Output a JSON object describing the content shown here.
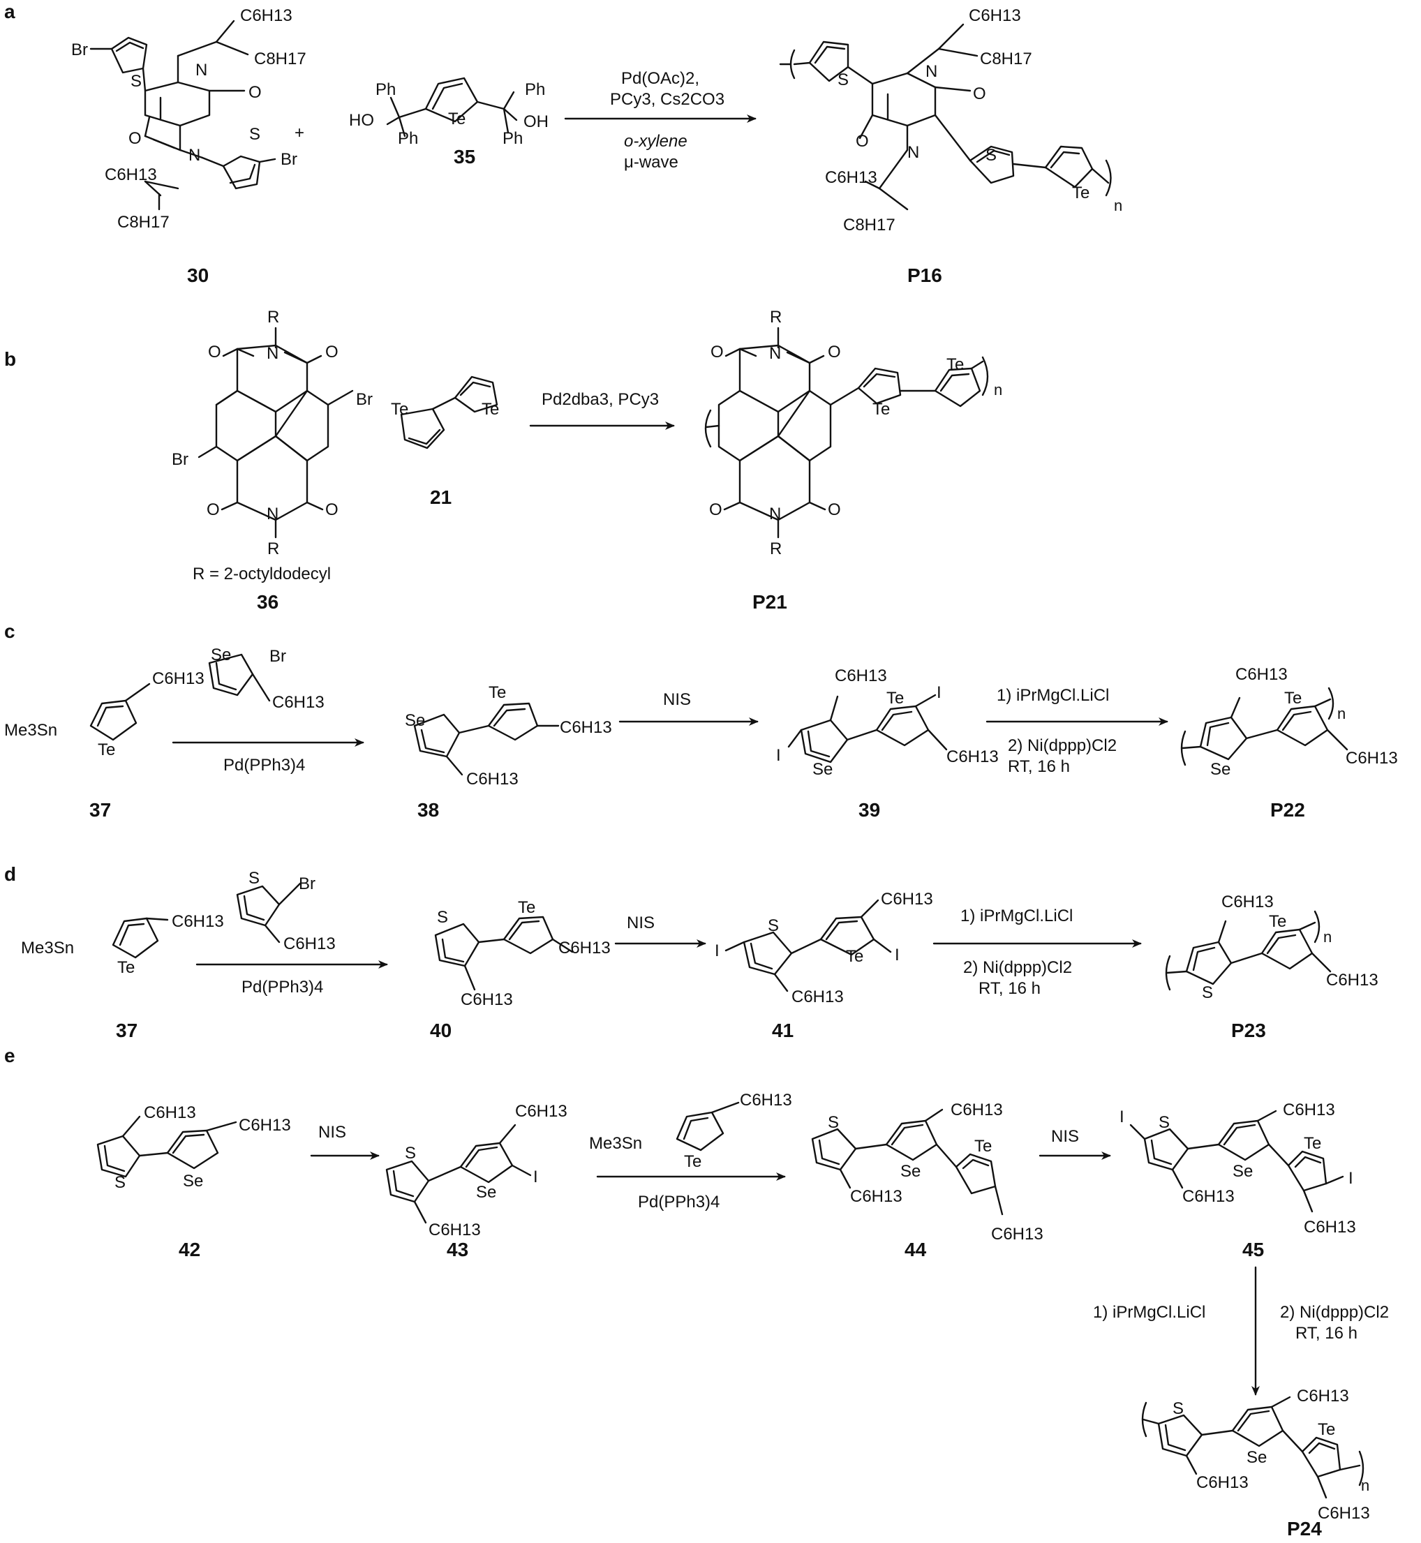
{
  "panels": {
    "a": {
      "label": "a",
      "reactant_1": {
        "id": "30",
        "atoms": [
          "Br",
          "S",
          "N",
          "O",
          "O",
          "N",
          "S",
          "Br"
        ],
        "chains": [
          "C6H13",
          "C8H17",
          "C6H13",
          "C8H17"
        ]
      },
      "reactant_2": {
        "id": "35",
        "atoms": [
          "Ph",
          "Ph",
          "HO",
          "Te",
          "Ph",
          "OH",
          "Ph"
        ]
      },
      "plus": "+",
      "conditions": [
        "Pd(OAc)2,",
        "PCy3, Cs2CO3",
        "o-xylene",
        "μ-wave"
      ],
      "product": {
        "id": "P16",
        "atoms": [
          "S",
          "N",
          "O",
          "O",
          "N",
          "S",
          "Te"
        ],
        "chains": [
          "C6H13",
          "C8H17",
          "C6H13",
          "C8H17"
        ],
        "repeat": "n"
      }
    },
    "b": {
      "label": "b",
      "reactant_1": {
        "id": "36",
        "atoms": [
          "R",
          "N",
          "O",
          "O",
          "Br",
          "Br",
          "O",
          "O",
          "N",
          "R"
        ],
        "note": "R = 2-octyldodecyl"
      },
      "reactant_2": {
        "id": "21",
        "atoms": [
          "Te",
          "Te"
        ]
      },
      "conditions": [
        "Pd2dba3, PCy3"
      ],
      "product": {
        "id": "P21",
        "atoms": [
          "R",
          "N",
          "O",
          "O",
          "Te",
          "Te",
          "O",
          "O",
          "N",
          "R"
        ],
        "repeat": "n"
      }
    },
    "c": {
      "label": "c",
      "reactant_1": {
        "id": "37",
        "atoms": [
          "Me3Sn",
          "Te"
        ],
        "chains": [
          "C6H13"
        ]
      },
      "reagent": {
        "atoms": [
          "Se",
          "Br"
        ],
        "chains": [
          "C6H13"
        ]
      },
      "step_1": "Pd(PPh3)4",
      "intermediate_1": {
        "id": "38",
        "atoms": [
          "Se",
          "Te"
        ],
        "chains": [
          "C6H13",
          "C6H13"
        ]
      },
      "step_2": "NIS",
      "intermediate_2": {
        "id": "39",
        "atoms": [
          "I",
          "Se",
          "Te",
          "I"
        ],
        "chains": [
          "C6H13",
          "C6H13"
        ]
      },
      "step_3": [
        "1) iPrMgCl.LiCl",
        "2) Ni(dppp)Cl2",
        "RT, 16 h"
      ],
      "product": {
        "id": "P22",
        "atoms": [
          "Se",
          "Te"
        ],
        "chains": [
          "C6H13",
          "C6H13"
        ],
        "repeat": "n"
      }
    },
    "d": {
      "label": "d",
      "reactant_1": {
        "id": "37",
        "atoms": [
          "Me3Sn",
          "Te"
        ],
        "chains": [
          "C6H13"
        ]
      },
      "reagent": {
        "atoms": [
          "S",
          "Br"
        ],
        "chains": [
          "C6H13"
        ]
      },
      "step_1": "Pd(PPh3)4",
      "intermediate_1": {
        "id": "40",
        "atoms": [
          "S",
          "Te"
        ],
        "chains": [
          "C6H13",
          "C6H13"
        ]
      },
      "step_2": "NIS",
      "intermediate_2": {
        "id": "41",
        "atoms": [
          "I",
          "S",
          "Te",
          "I"
        ],
        "chains": [
          "C6H13",
          "C6H13"
        ]
      },
      "step_3": [
        "1) iPrMgCl.LiCl",
        "2) Ni(dppp)Cl2",
        "RT, 16 h"
      ],
      "product": {
        "id": "P23",
        "atoms": [
          "S",
          "Te"
        ],
        "chains": [
          "C6H13",
          "C6H13"
        ],
        "repeat": "n"
      }
    },
    "e": {
      "label": "e",
      "start": {
        "id": "42",
        "atoms": [
          "S",
          "Se"
        ],
        "chains": [
          "C6H13",
          "C6H13"
        ]
      },
      "step_1": "NIS",
      "intermediate_1": {
        "id": "43",
        "atoms": [
          "S",
          "Se",
          "I"
        ],
        "chains": [
          "C6H13",
          "C6H13"
        ]
      },
      "reagent": {
        "atoms": [
          "Me3Sn",
          "Te"
        ],
        "chains": [
          "C6H13"
        ]
      },
      "step_2": "Pd(PPh3)4",
      "intermediate_2": {
        "id": "44",
        "atoms": [
          "S",
          "Se",
          "Te"
        ],
        "chains": [
          "C6H13",
          "C6H13",
          "C6H13"
        ]
      },
      "step_3": "NIS",
      "intermediate_3": {
        "id": "45",
        "atoms": [
          "I",
          "S",
          "Se",
          "Te",
          "I"
        ],
        "chains": [
          "C6H13",
          "C6H13",
          "C6H13"
        ]
      },
      "step_4_left": "1) iPrMgCl.LiCl",
      "step_4_right": [
        "2) Ni(dppp)Cl2",
        "RT, 16 h"
      ],
      "product": {
        "id": "P24",
        "atoms": [
          "S",
          "Se",
          "Te"
        ],
        "chains": [
          "C6H13",
          "C6H13",
          "C6H13"
        ],
        "repeat": "n"
      }
    }
  }
}
